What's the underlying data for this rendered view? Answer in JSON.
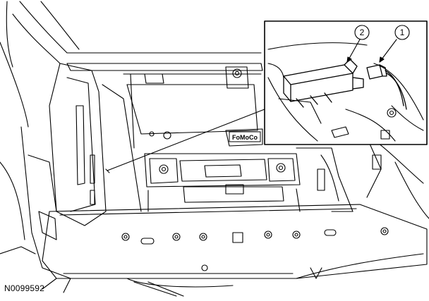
{
  "figure": {
    "id_label": "N0099592",
    "brand_mark": "FoMoCo"
  },
  "callouts": [
    {
      "number": "1"
    },
    {
      "number": "2"
    }
  ]
}
